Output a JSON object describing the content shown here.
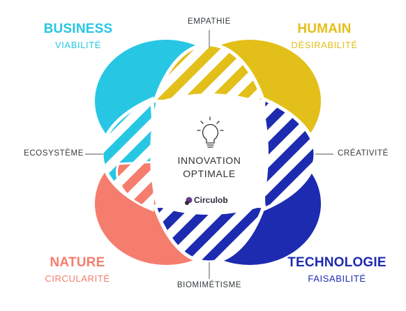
{
  "colors": {
    "business": "#27c7e4",
    "humain": "#e3bf1a",
    "nature": "#f57d6d",
    "technologie": "#1d2bb0",
    "text": "#333a3d"
  },
  "quadrants": {
    "business": {
      "title": "BUSINESS",
      "subtitle": "VIABILITÉ"
    },
    "humain": {
      "title": "HUMAIN",
      "subtitle": "DÉSIRABILITÉ"
    },
    "nature": {
      "title": "NATURE",
      "subtitle": "CIRCULARITÉ"
    },
    "technologie": {
      "title": "TECHNOLOGIE",
      "subtitle": "FAISABILITÉ"
    }
  },
  "intersections": {
    "top": "EMPATHIE",
    "right": "CRÉATIVITÉ",
    "bottom": "BIOMIMÉTISME",
    "left": "ECOSYSTÈME"
  },
  "center": {
    "line1": "INNOVATION",
    "line2": "OPTIMALE",
    "icon": "lightbulb-icon"
  },
  "brand": {
    "name": "Circulob",
    "icon": "circulob-logo-icon"
  }
}
